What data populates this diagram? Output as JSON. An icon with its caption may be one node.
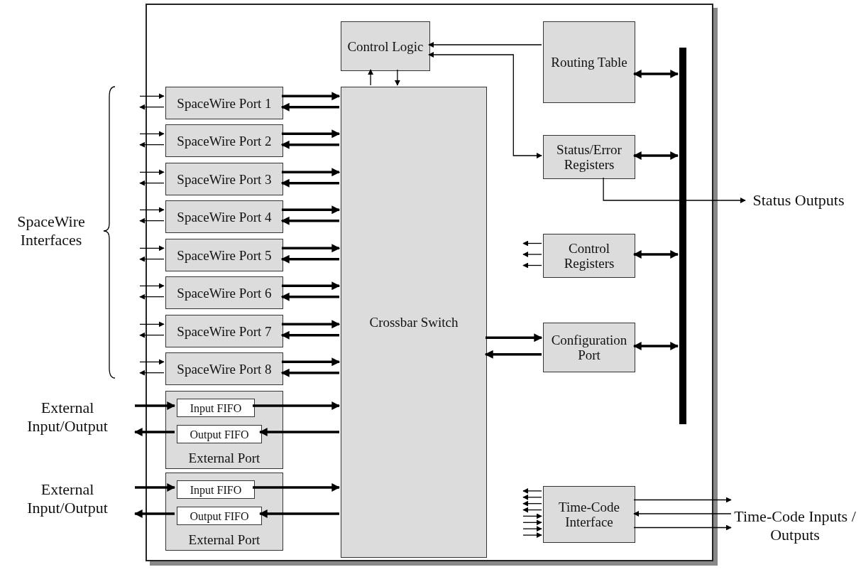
{
  "diagram": {
    "nodes": [
      {
        "text": [],
        "shape": "box"
      },
      {
        "text": [
          "Control Logic"
        ],
        "in": 0
      },
      {
        "text": [
          "Routing Table"
        ],
        "in": 0
      },
      {
        "text": [
          "SpaceWire Port 1"
        ],
        "in": 0
      },
      {
        "text": [
          "SpaceWire Port 2"
        ],
        "in": 0
      },
      {
        "text": [
          "SpaceWire Port 3"
        ],
        "in": 0
      },
      {
        "text": [
          "SpaceWire Port 4"
        ],
        "in": 0
      },
      {
        "text": [
          "SpaceWire Port 5"
        ],
        "in": 0
      },
      {
        "text": [
          "SpaceWire Port 6"
        ],
        "in": 0
      },
      {
        "text": [
          "SpaceWire Port 7"
        ],
        "in": 0
      },
      {
        "text": [
          "SpaceWire Port 8"
        ],
        "in": 0
      },
      {
        "text": [
          "Crossbar Switch"
        ],
        "in": 0
      },
      {
        "text": [
          "Status/Error Registers"
        ],
        "in": 0
      },
      {
        "text": [
          "Control Registers"
        ],
        "in": 0
      },
      {
        "text": [
          "Configuration Port"
        ],
        "in": 0
      },
      {
        "text": [
          "External Port"
        ],
        "in": 0
      },
      {
        "text": [
          "Input FIFO"
        ],
        "in": 15
      },
      {
        "text": [
          "Output FIFO"
        ],
        "in": 15
      },
      {
        "text": [
          "External Port"
        ],
        "in": 0
      },
      {
        "text": [
          "Input FIFO"
        ],
        "in": 18
      },
      {
        "text": [
          "Output FIFO"
        ],
        "in": 18
      },
      {
        "text": [
          "Time-Code Interface"
        ],
        "in": 0
      },
      {
        "text": [],
        "shape": "bar",
        "in": 0
      },
      {
        "text": [
          "External Input/Output"
        ]
      },
      {
        "text": [
          "External Input/Output"
        ]
      },
      {
        "text": [
          "Status Outputs"
        ]
      },
      {
        "text": [
          "Time-Code Inputs / Outputs"
        ]
      }
    ],
    "edges": [
      {
        "from": null,
        "to": 3,
        "arrow": "to"
      },
      {
        "from": 3,
        "to": null,
        "arrow": "to"
      },
      {
        "from": 3,
        "to": 11,
        "arrow": "to",
        "style": "thick"
      },
      {
        "from": 11,
        "to": 3,
        "arrow": "to",
        "style": "thick"
      },
      {
        "from": null,
        "to": 4,
        "arrow": "to"
      },
      {
        "from": 4,
        "to": null,
        "arrow": "to"
      },
      {
        "from": 4,
        "to": 11,
        "arrow": "to",
        "style": "thick"
      },
      {
        "from": 11,
        "to": 4,
        "arrow": "to",
        "style": "thick"
      },
      {
        "from": null,
        "to": 5,
        "arrow": "to"
      },
      {
        "from": 5,
        "to": null,
        "arrow": "to"
      },
      {
        "from": 5,
        "to": 11,
        "arrow": "to",
        "style": "thick"
      },
      {
        "from": 11,
        "to": 5,
        "arrow": "to",
        "style": "thick"
      },
      {
        "from": null,
        "to": 6,
        "arrow": "to"
      },
      {
        "from": 6,
        "to": null,
        "arrow": "to"
      },
      {
        "from": 6,
        "to": 11,
        "arrow": "to",
        "style": "thick"
      },
      {
        "from": 11,
        "to": 6,
        "arrow": "to",
        "style": "thick"
      },
      {
        "from": null,
        "to": 7,
        "arrow": "to"
      },
      {
        "from": 7,
        "to": null,
        "arrow": "to"
      },
      {
        "from": 7,
        "to": 11,
        "arrow": "to",
        "style": "thick"
      },
      {
        "from": 11,
        "to": 7,
        "arrow": "to",
        "style": "thick"
      },
      {
        "from": null,
        "to": 8,
        "arrow": "to"
      },
      {
        "from": 8,
        "to": null,
        "arrow": "to"
      },
      {
        "from": 8,
        "to": 11,
        "arrow": "to",
        "style": "thick"
      },
      {
        "from": 11,
        "to": 8,
        "arrow": "to",
        "style": "thick"
      },
      {
        "from": null,
        "to": 9,
        "arrow": "to"
      },
      {
        "from": 9,
        "to": null,
        "arrow": "to"
      },
      {
        "from": 9,
        "to": 11,
        "arrow": "to",
        "style": "thick"
      },
      {
        "from": 11,
        "to": 9,
        "arrow": "to",
        "style": "thick"
      },
      {
        "from": null,
        "to": 10,
        "arrow": "to"
      },
      {
        "from": 10,
        "to": null,
        "arrow": "to"
      },
      {
        "from": 10,
        "to": 11,
        "arrow": "to",
        "style": "thick"
      },
      {
        "from": 11,
        "to": 10,
        "arrow": "to",
        "style": "thick"
      },
      {
        "from": 23,
        "to": 16,
        "arrow": "to",
        "style": "thick"
      },
      {
        "from": 16,
        "to": 11,
        "arrow": "to",
        "style": "thick"
      },
      {
        "from": 11,
        "to": 17,
        "arrow": "to",
        "style": "thick"
      },
      {
        "from": 17,
        "to": 23,
        "arrow": "to",
        "style": "thick"
      },
      {
        "from": 24,
        "to": 19,
        "arrow": "to",
        "style": "thick"
      },
      {
        "from": 19,
        "to": 11,
        "arrow": "to",
        "style": "thick"
      },
      {
        "from": 11,
        "to": 20,
        "arrow": "to",
        "style": "thick"
      },
      {
        "from": 20,
        "to": 24,
        "arrow": "to",
        "style": "thick"
      },
      {
        "from": 11,
        "to": 1,
        "arrow": "to"
      },
      {
        "from": 1,
        "to": 11,
        "arrow": "to"
      },
      {
        "from": 2,
        "to": 1,
        "arrow": "to"
      },
      {
        "from": 1,
        "to": 12,
        "arrow": "both"
      },
      {
        "from": 12,
        "to": 25,
        "arrow": "to"
      },
      {
        "from": 2,
        "to": 22,
        "arrow": "both",
        "style": "thick"
      },
      {
        "from": 12,
        "to": 22,
        "arrow": "both",
        "style": "thick"
      },
      {
        "from": 13,
        "to": 22,
        "arrow": "both",
        "style": "thick"
      },
      {
        "from": 14,
        "to": 22,
        "arrow": "both",
        "style": "thick"
      },
      {
        "from": 11,
        "to": 14,
        "arrow": "to",
        "style": "thick"
      },
      {
        "from": 14,
        "to": 11,
        "arrow": "to",
        "style": "thick"
      },
      {
        "from": 13,
        "to": null,
        "arrow": "to"
      },
      {
        "from": 13,
        "to": null,
        "arrow": "to"
      },
      {
        "from": 13,
        "to": null,
        "arrow": "to"
      },
      {
        "from": 21,
        "to": null,
        "arrow": "to"
      },
      {
        "from": 21,
        "to": null,
        "arrow": "to"
      },
      {
        "from": 21,
        "to": null,
        "arrow": "to"
      },
      {
        "from": 21,
        "to": null,
        "arrow": "to"
      },
      {
        "from": null,
        "to": 21,
        "arrow": "to"
      },
      {
        "from": null,
        "to": 21,
        "arrow": "to"
      },
      {
        "from": null,
        "to": 21,
        "arrow": "to"
      },
      {
        "from": null,
        "to": 21,
        "arrow": "to"
      },
      {
        "from": 21,
        "to": 26,
        "arrow": "to"
      },
      {
        "from": 26,
        "to": 21,
        "arrow": "to"
      },
      {
        "from": 21,
        "to": 26,
        "arrow": "to"
      }
    ],
    "labels": [
      "SpaceWire Interfaces"
    ]
  }
}
